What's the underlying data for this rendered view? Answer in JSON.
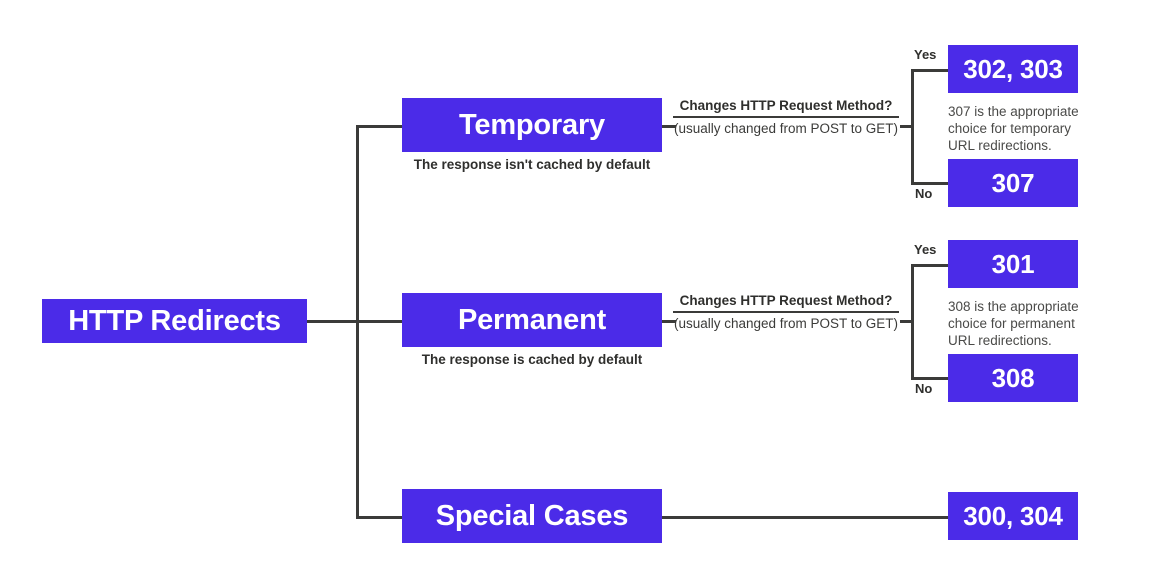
{
  "diagram": {
    "title": "HTTP Redirects",
    "root": {
      "label": "HTTP Redirects"
    },
    "branches": [
      {
        "id": "temporary",
        "label": "Temporary",
        "caption": "The response isn't cached by default",
        "decision": {
          "question": "Changes HTTP Request Method?",
          "subtext": "(usually changed from POST to GET)"
        },
        "yes_label": "Yes",
        "no_label": "No",
        "yes_result": "302, 303",
        "no_result": "307",
        "note": "307 is the appropriate choice for temporary URL redirections."
      },
      {
        "id": "permanent",
        "label": "Permanent",
        "caption": "The response is cached by default",
        "decision": {
          "question": "Changes HTTP Request Method?",
          "subtext": "(usually changed from POST to GET)"
        },
        "yes_label": "Yes",
        "no_label": "No",
        "yes_result": "301",
        "no_result": "308",
        "note": "308 is the appropriate choice for permanent URL redirections."
      },
      {
        "id": "special-cases",
        "label": "Special Cases",
        "caption": "",
        "result": "300, 304"
      }
    ],
    "colors": {
      "node_fill": "#4b2be8",
      "node_text": "#ffffff",
      "line": "#3b3b39",
      "body_text": "#2f2f2d",
      "background": "#ffffff"
    }
  }
}
